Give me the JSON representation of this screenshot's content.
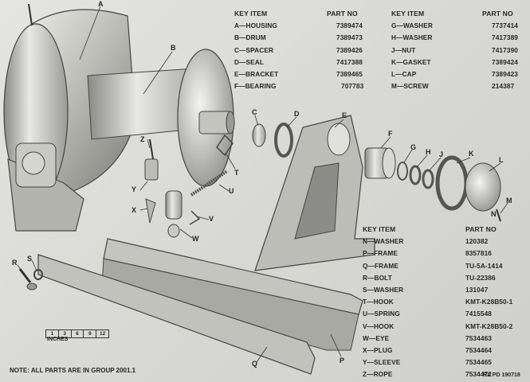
{
  "table_top": {
    "header": {
      "key_item": "KEY ITEM",
      "part_no": "PART NO"
    },
    "left": [
      {
        "key": "A",
        "item": "HOUSING",
        "part_no": "7389474"
      },
      {
        "key": "B",
        "item": "DRUM",
        "part_no": "7389473"
      },
      {
        "key": "C",
        "item": "SPACER",
        "part_no": "7389426"
      },
      {
        "key": "D",
        "item": "SEAL",
        "part_no": "7417388"
      },
      {
        "key": "E",
        "item": "BRACKET",
        "part_no": "7389465"
      },
      {
        "key": "F",
        "item": "BEARING",
        "part_no": "707783"
      }
    ],
    "right": [
      {
        "key": "G",
        "item": "WASHER",
        "part_no": "7737414"
      },
      {
        "key": "H",
        "item": "WASHER",
        "part_no": "7417389"
      },
      {
        "key": "J",
        "item": "NUT",
        "part_no": "7417390"
      },
      {
        "key": "K",
        "item": "GASKET",
        "part_no": "7389424"
      },
      {
        "key": "L",
        "item": "CAP",
        "part_no": "7389423"
      },
      {
        "key": "M",
        "item": "SCREW",
        "part_no": "214387"
      }
    ]
  },
  "table_bottom": {
    "header": {
      "key_item": "KEY ITEM",
      "part_no": "PART NO"
    },
    "rows": [
      {
        "key": "N",
        "item": "WASHER",
        "part_no": "120382"
      },
      {
        "key": "P",
        "item": "FRAME",
        "part_no": "8357816"
      },
      {
        "key": "Q",
        "item": "FRAME",
        "part_no": "TU-5A-1414"
      },
      {
        "key": "R",
        "item": "BOLT",
        "part_no": "TU-22386"
      },
      {
        "key": "S",
        "item": "WASHER",
        "part_no": "131047"
      },
      {
        "key": "T",
        "item": "HOOK",
        "part_no": "KMT-K28B50-1"
      },
      {
        "key": "U",
        "item": "SPRING",
        "part_no": "7415548"
      },
      {
        "key": "V",
        "item": "HOOK",
        "part_no": "KMT-K28B50-2"
      },
      {
        "key": "W",
        "item": "EYE",
        "part_no": "7534463"
      },
      {
        "key": "X",
        "item": "PLUG",
        "part_no": "7534464"
      },
      {
        "key": "Y",
        "item": "SLEEVE",
        "part_no": "7534465"
      },
      {
        "key": "Z",
        "item": "ROPE",
        "part_no": "7534472"
      }
    ]
  },
  "callouts": {
    "A": "A",
    "B": "B",
    "C": "C",
    "D": "D",
    "E": "E",
    "F": "F",
    "G": "G",
    "H": "H",
    "J": "J",
    "K": "K",
    "L": "L",
    "M": "M",
    "N": "N",
    "P": "P",
    "Q": "Q",
    "R": "R",
    "S": "S",
    "T": "T",
    "U": "U",
    "V": "V",
    "W": "W",
    "X": "X",
    "Y": "Y",
    "Z": "Z"
  },
  "scale": {
    "ticks": [
      "1",
      "3",
      "6",
      "9",
      "12"
    ],
    "label": "INCHES"
  },
  "note": "NOTE: ALL PARTS ARE IN GROUP 2001.1",
  "figure_ref": "RA PD 190718"
}
